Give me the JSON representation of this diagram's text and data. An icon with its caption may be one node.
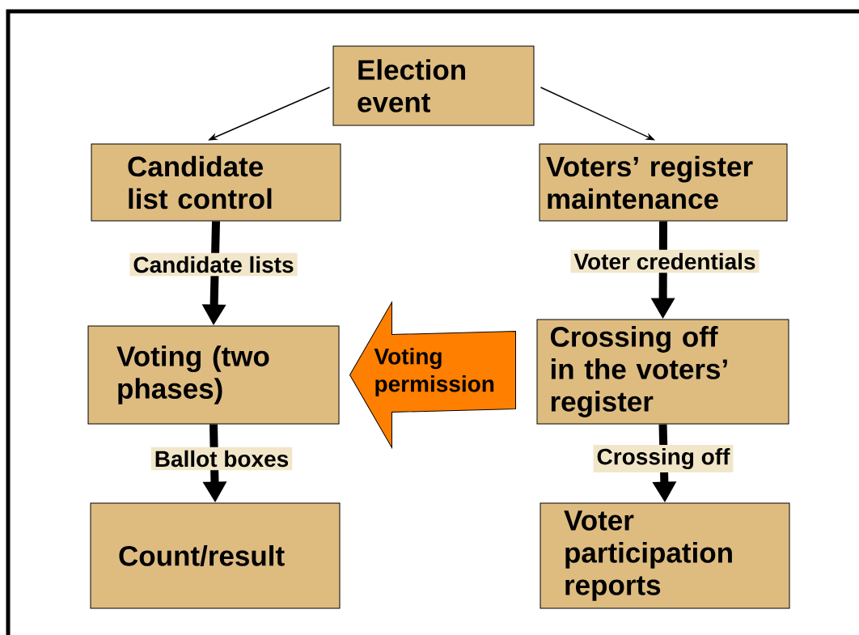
{
  "diagram": {
    "nodes": [
      {
        "text": [
          "Election event"
        ]
      },
      {
        "text": [
          "Candidate list control"
        ]
      },
      {
        "text": [
          "Voters’ register maintenance"
        ]
      },
      {
        "text": [
          "Voting (two phases)"
        ]
      },
      {
        "text": [
          "Crossing off in the voters’ register"
        ]
      },
      {
        "text": [
          "Count/result"
        ]
      },
      {
        "text": [
          "Voter participation reports"
        ]
      }
    ],
    "edges": [
      {
        "from": 0,
        "to": 1,
        "arrow": "to"
      },
      {
        "from": 0,
        "to": 2,
        "arrow": "to"
      },
      {
        "from": 1,
        "to": 3,
        "arrow": "to",
        "label": "Candidate lists"
      },
      {
        "from": 2,
        "to": 4,
        "arrow": "to",
        "label": "Voter credentials"
      },
      {
        "from": 4,
        "to": 3,
        "arrow": "to",
        "label": "Voting permission",
        "color": "#ff7f00"
      },
      {
        "from": 3,
        "to": 5,
        "arrow": "to",
        "label": "Ballot boxes"
      },
      {
        "from": 4,
        "to": 6,
        "arrow": "to",
        "label": "Crossing off"
      }
    ]
  }
}
